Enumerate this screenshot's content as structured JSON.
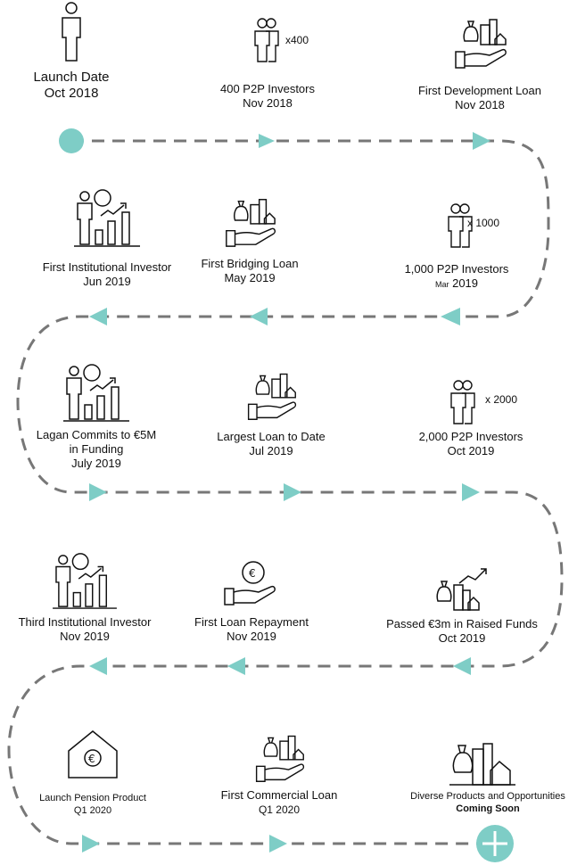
{
  "accent": "#7ecdc6",
  "track_color": "#777777",
  "milestones": {
    "launch": {
      "title": "Launch Date",
      "date": "Oct 2018",
      "icon": "person-icon"
    },
    "investors400": {
      "title": "400 P2P Investors",
      "date": "Nov 2018",
      "multiplier": "x400",
      "icon": "people-icon"
    },
    "dev_loan": {
      "title": "First Development Loan",
      "date": "Nov 2018",
      "icon": "hand-money-property-icon"
    },
    "institutional": {
      "title": "First Institutional Investor",
      "date": "Jun 2019",
      "icon": "investor-growth-icon"
    },
    "bridging": {
      "title": "First Bridging Loan",
      "date": "May 2019",
      "icon": "hand-money-property-icon"
    },
    "investors1000": {
      "title": "1,000 P2P Investors",
      "date_prefix": "Mar",
      "date": "2019",
      "multiplier": "x 1000",
      "icon": "people-icon"
    },
    "lagan": {
      "title_line1": "Lagan Commits to €5M",
      "title_line2": "in Funding",
      "date": "July 2019",
      "icon": "investor-growth-icon"
    },
    "largest": {
      "title": "Largest Loan to Date",
      "date": "Jul 2019",
      "icon": "hand-money-property-icon"
    },
    "investors2000": {
      "title": "2,000 P2P Investors",
      "date": "Oct 2019",
      "multiplier": "x 2000",
      "icon": "people-icon"
    },
    "third_inst": {
      "title": "Third Institutional Investor",
      "date": "Nov 2019",
      "icon": "investor-growth-icon"
    },
    "repayment": {
      "title": "First Loan Repayment",
      "date": "Nov 2019",
      "icon": "hand-coin-icon"
    },
    "passed3m": {
      "title": "Passed €3m in Raised Funds",
      "date": "Oct 2019",
      "icon": "property-growth-icon"
    },
    "pension": {
      "title": "Launch Pension Product",
      "date": "Q1 2020",
      "icon": "house-euro-icon"
    },
    "commercial": {
      "title": "First Commercial Loan",
      "date": "Q1 2020",
      "icon": "hand-money-property-icon"
    },
    "diverse": {
      "title": "Diverse Products and Opportunities",
      "date": "Coming Soon",
      "icon": "money-property-icon"
    }
  }
}
